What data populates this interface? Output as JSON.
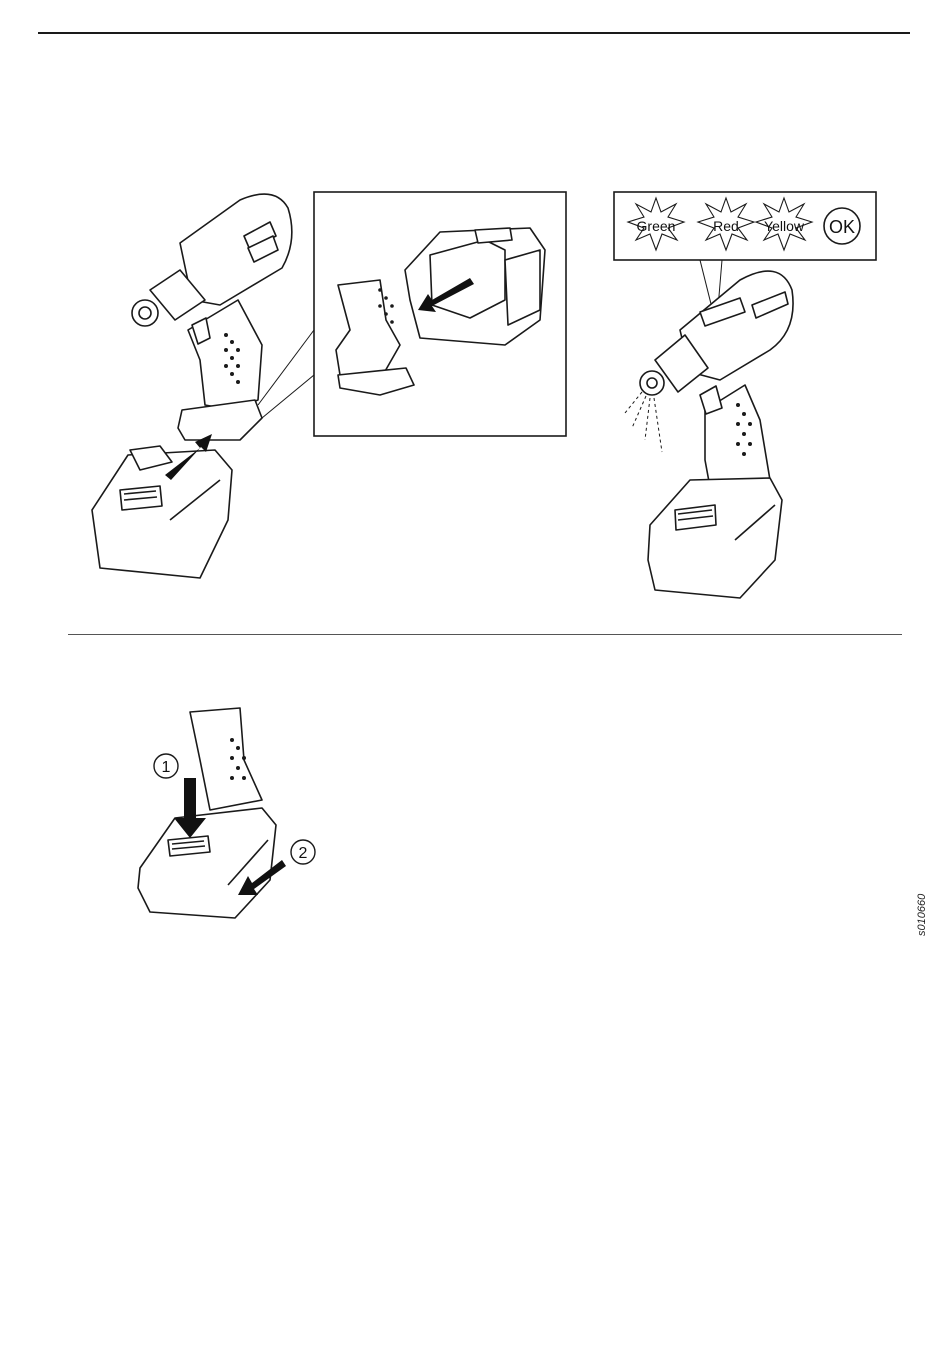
{
  "indicators": {
    "green": "Green",
    "red": "Red",
    "yellow": "Yellow",
    "ok": "OK"
  },
  "steps": {
    "one": "1",
    "two": "2"
  },
  "figure_code": "s010660",
  "colors": {
    "line": "#1a1a1a",
    "fill_light": "#f2f2f2",
    "fill_white": "#ffffff"
  }
}
